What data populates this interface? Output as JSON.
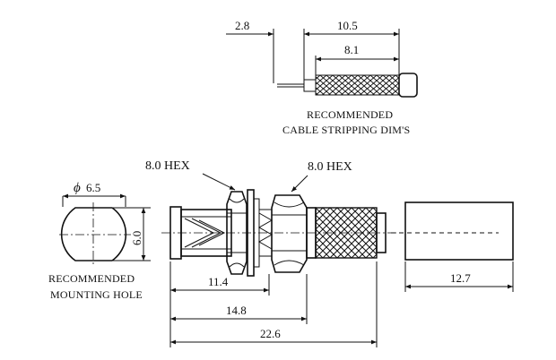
{
  "stripping": {
    "dim_2_8": "2.8",
    "dim_10_5": "10.5",
    "dim_8_1": "8.1",
    "caption_line1": "RECOMMENDED",
    "caption_line2": "CABLE STRIPPING DIM'S"
  },
  "mounting_hole": {
    "diameter": "6.5",
    "phi_symbol": "ϕ",
    "flat": "6.0",
    "caption_line1": "RECOMMENDED",
    "caption_line2": "MOUNTING HOLE"
  },
  "connector": {
    "hex_left": "8.0 HEX",
    "hex_right": "8.0 HEX",
    "dim_11_4": "11.4",
    "dim_14_8": "14.8",
    "dim_22_6": "22.6",
    "dim_12_7": "12.7"
  }
}
